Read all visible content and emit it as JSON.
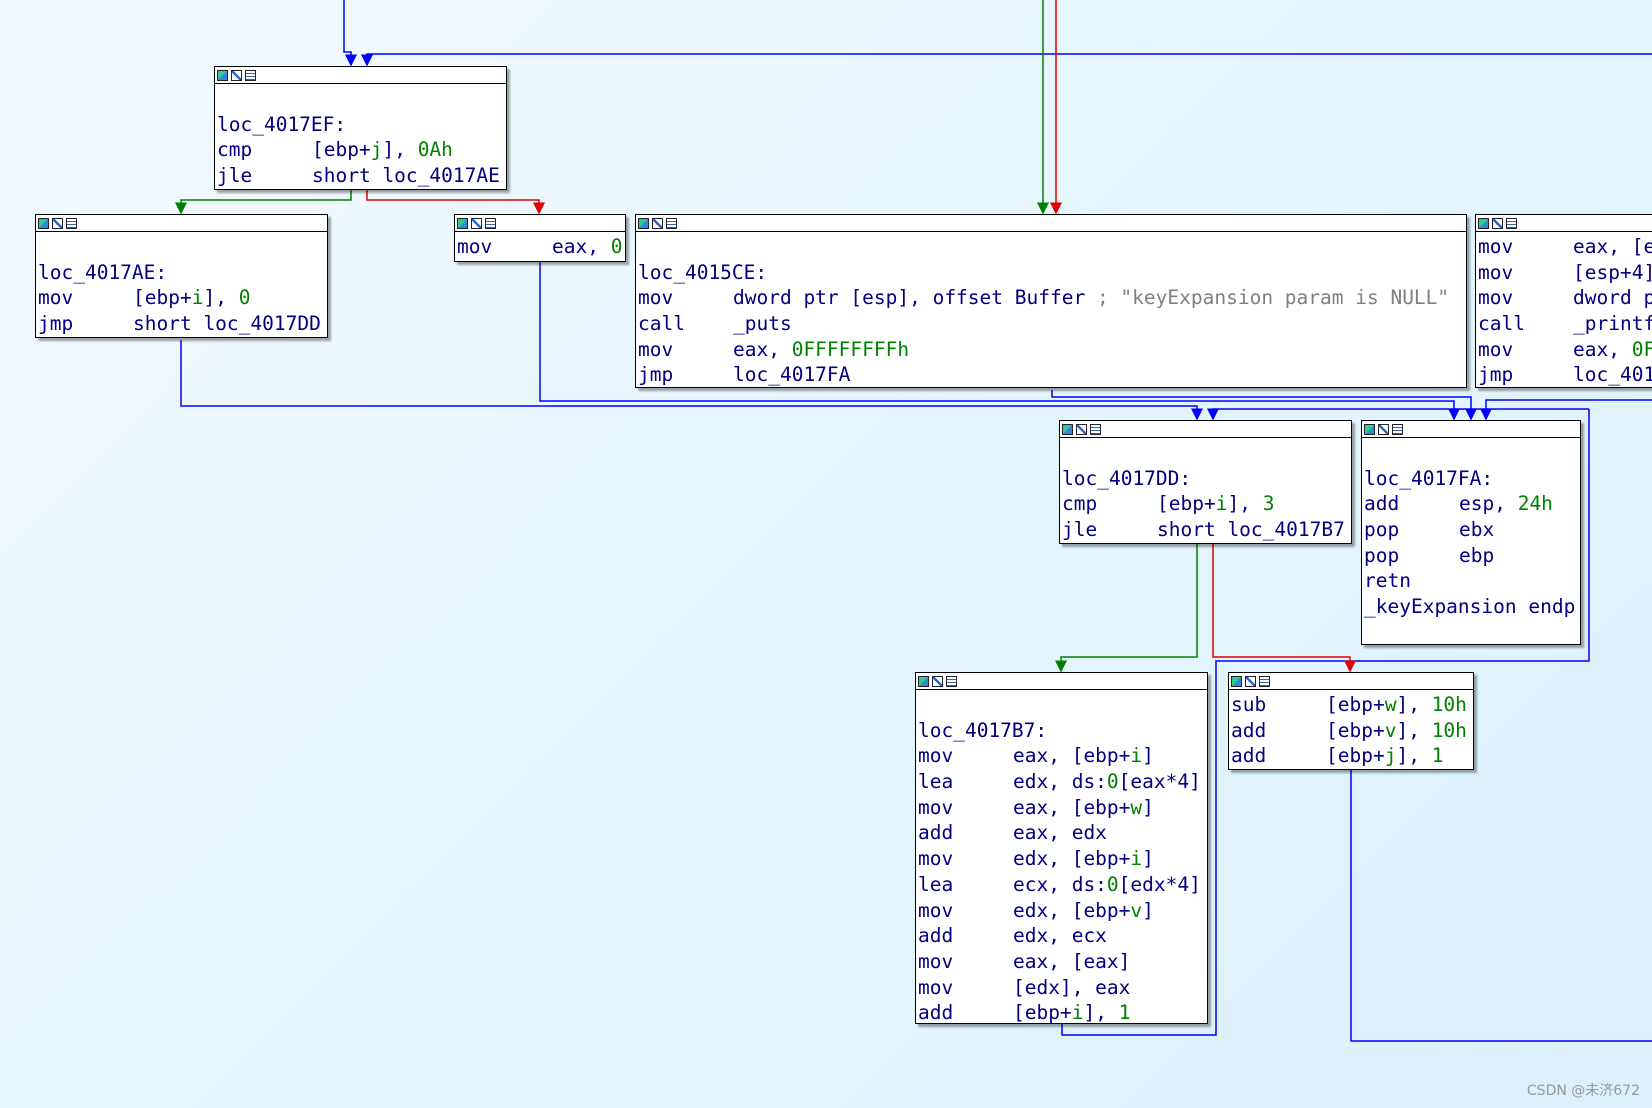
{
  "blocks": [
    {
      "id": "blk-4017ef",
      "label": "loc_4017EF:",
      "lines": [
        {
          "m": "cmp",
          "ops": [
            {
              "t": "[ebp+"
            },
            {
              "t": "j",
              "k": "g"
            },
            {
              "t": "], "
            },
            {
              "t": "0Ah",
              "k": "g"
            }
          ]
        },
        {
          "m": "jle",
          "ops": [
            {
              "t": "short loc_4017AE"
            }
          ]
        }
      ]
    },
    {
      "id": "blk-4017ae",
      "label": "loc_4017AE:",
      "lines": [
        {
          "m": "mov",
          "ops": [
            {
              "t": "[ebp+"
            },
            {
              "t": "i",
              "k": "g"
            },
            {
              "t": "], "
            },
            {
              "t": "0",
              "k": "g"
            }
          ]
        },
        {
          "m": "jmp",
          "ops": [
            {
              "t": "short loc_4017DD"
            }
          ]
        }
      ]
    },
    {
      "id": "blk-mov-eax-0",
      "label": null,
      "lines": [
        {
          "m": "mov",
          "ops": [
            {
              "t": "eax, "
            },
            {
              "t": "0",
              "k": "g"
            }
          ]
        }
      ]
    },
    {
      "id": "blk-4015ce",
      "label": "loc_4015CE:",
      "lines": [
        {
          "m": "mov",
          "ops": [
            {
              "t": "dword ptr [esp], offset Buffer "
            },
            {
              "t": "; \"keyExpansion param is NULL\"",
              "k": "c"
            }
          ]
        },
        {
          "m": "call",
          "ops": [
            {
              "t": "_puts"
            }
          ]
        },
        {
          "m": "mov",
          "ops": [
            {
              "t": "eax, "
            },
            {
              "t": "0FFFFFFFFh",
              "k": "g"
            }
          ]
        },
        {
          "m": "jmp",
          "ops": [
            {
              "t": "loc_4017FA"
            }
          ]
        }
      ]
    },
    {
      "id": "blk-printf",
      "label": null,
      "lines": [
        {
          "m": "mov",
          "ops": [
            {
              "t": "eax, [e"
            }
          ]
        },
        {
          "m": "mov",
          "ops": [
            {
              "t": "[esp+4]"
            }
          ]
        },
        {
          "m": "mov",
          "ops": [
            {
              "t": "dword p"
            }
          ]
        },
        {
          "m": "call",
          "ops": [
            {
              "t": "_printf"
            }
          ]
        },
        {
          "m": "mov",
          "ops": [
            {
              "t": "eax, "
            },
            {
              "t": "0F",
              "k": "g"
            }
          ]
        },
        {
          "m": "jmp",
          "ops": [
            {
              "t": "loc_401"
            }
          ]
        }
      ]
    },
    {
      "id": "blk-4017dd",
      "label": "loc_4017DD:",
      "lines": [
        {
          "m": "cmp",
          "ops": [
            {
              "t": "[ebp+"
            },
            {
              "t": "i",
              "k": "g"
            },
            {
              "t": "], "
            },
            {
              "t": "3",
              "k": "g"
            }
          ]
        },
        {
          "m": "jle",
          "ops": [
            {
              "t": "short loc_4017B7"
            }
          ]
        }
      ]
    },
    {
      "id": "blk-4017fa",
      "label": "loc_4017FA:",
      "lines": [
        {
          "m": "add",
          "ops": [
            {
              "t": "esp, "
            },
            {
              "t": "24h",
              "k": "g"
            }
          ]
        },
        {
          "m": "pop",
          "ops": [
            {
              "t": "ebx"
            }
          ]
        },
        {
          "m": "pop",
          "ops": [
            {
              "t": "ebp"
            }
          ]
        },
        {
          "m": "retn",
          "ops": []
        },
        {
          "m": "_keyExpansion endp",
          "ops": [],
          "full": true
        }
      ]
    },
    {
      "id": "blk-4017b7",
      "label": "loc_4017B7:",
      "lines": [
        {
          "m": "mov",
          "ops": [
            {
              "t": "eax, [ebp+"
            },
            {
              "t": "i",
              "k": "g"
            },
            {
              "t": "]"
            }
          ]
        },
        {
          "m": "lea",
          "ops": [
            {
              "t": "edx, ds:"
            },
            {
              "t": "0",
              "k": "g"
            },
            {
              "t": "[eax*4]"
            }
          ]
        },
        {
          "m": "mov",
          "ops": [
            {
              "t": "eax, [ebp+"
            },
            {
              "t": "w",
              "k": "g"
            },
            {
              "t": "]"
            }
          ]
        },
        {
          "m": "add",
          "ops": [
            {
              "t": "eax, edx"
            }
          ]
        },
        {
          "m": "mov",
          "ops": [
            {
              "t": "edx, [ebp+"
            },
            {
              "t": "i",
              "k": "g"
            },
            {
              "t": "]"
            }
          ]
        },
        {
          "m": "lea",
          "ops": [
            {
              "t": "ecx, ds:"
            },
            {
              "t": "0",
              "k": "g"
            },
            {
              "t": "[edx*4]"
            }
          ]
        },
        {
          "m": "mov",
          "ops": [
            {
              "t": "edx, [ebp+"
            },
            {
              "t": "v",
              "k": "g"
            },
            {
              "t": "]"
            }
          ]
        },
        {
          "m": "add",
          "ops": [
            {
              "t": "edx, ecx"
            }
          ]
        },
        {
          "m": "mov",
          "ops": [
            {
              "t": "eax, [eax]"
            }
          ]
        },
        {
          "m": "mov",
          "ops": [
            {
              "t": "[edx], eax"
            }
          ]
        },
        {
          "m": "add",
          "ops": [
            {
              "t": "[ebp+"
            },
            {
              "t": "i",
              "k": "g"
            },
            {
              "t": "], "
            },
            {
              "t": "1",
              "k": "g"
            }
          ]
        }
      ]
    },
    {
      "id": "blk-sub-add",
      "label": null,
      "lines": [
        {
          "m": "sub",
          "ops": [
            {
              "t": "[ebp+"
            },
            {
              "t": "w",
              "k": "g"
            },
            {
              "t": "], "
            },
            {
              "t": "10h",
              "k": "g"
            }
          ]
        },
        {
          "m": "add",
          "ops": [
            {
              "t": "[ebp+"
            },
            {
              "t": "v",
              "k": "g"
            },
            {
              "t": "], "
            },
            {
              "t": "10h",
              "k": "g"
            }
          ]
        },
        {
          "m": "add",
          "ops": [
            {
              "t": "[ebp+"
            },
            {
              "t": "j",
              "k": "g"
            },
            {
              "t": "], "
            },
            {
              "t": "1",
              "k": "g"
            }
          ]
        }
      ]
    }
  ],
  "colors": {
    "true_edge": "#008000",
    "false_edge": "#e00000",
    "jump_edge": "#0000ff",
    "text": "#000080",
    "number": "#008000",
    "comment": "#808080"
  },
  "icons": [
    "graph-icon",
    "edit-icon",
    "xref-icon"
  ],
  "watermark": "CSDN @未济672"
}
